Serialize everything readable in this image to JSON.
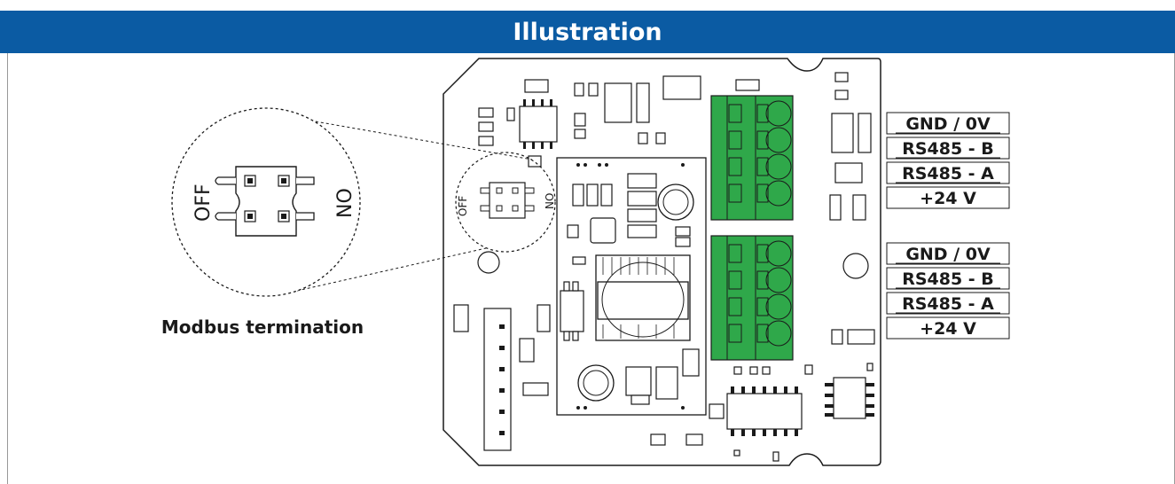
{
  "header": {
    "title": "Illustration"
  },
  "zoom": {
    "caption": "Modbus termination",
    "off_label": "OFF",
    "on_label": "NO"
  },
  "board": {
    "off_label": "OFF",
    "on_label": "NO"
  },
  "terminals": {
    "upper": [
      "GND / 0V",
      "RS485 - B",
      "RS485 - A",
      "+24 V"
    ],
    "lower": [
      "GND / 0V",
      "RS485 - B",
      "RS485 - A",
      "+24 V"
    ]
  },
  "colors": {
    "header": "#0b5ba3",
    "connector": "#2fa84a",
    "outline": "#1a1a1a"
  }
}
